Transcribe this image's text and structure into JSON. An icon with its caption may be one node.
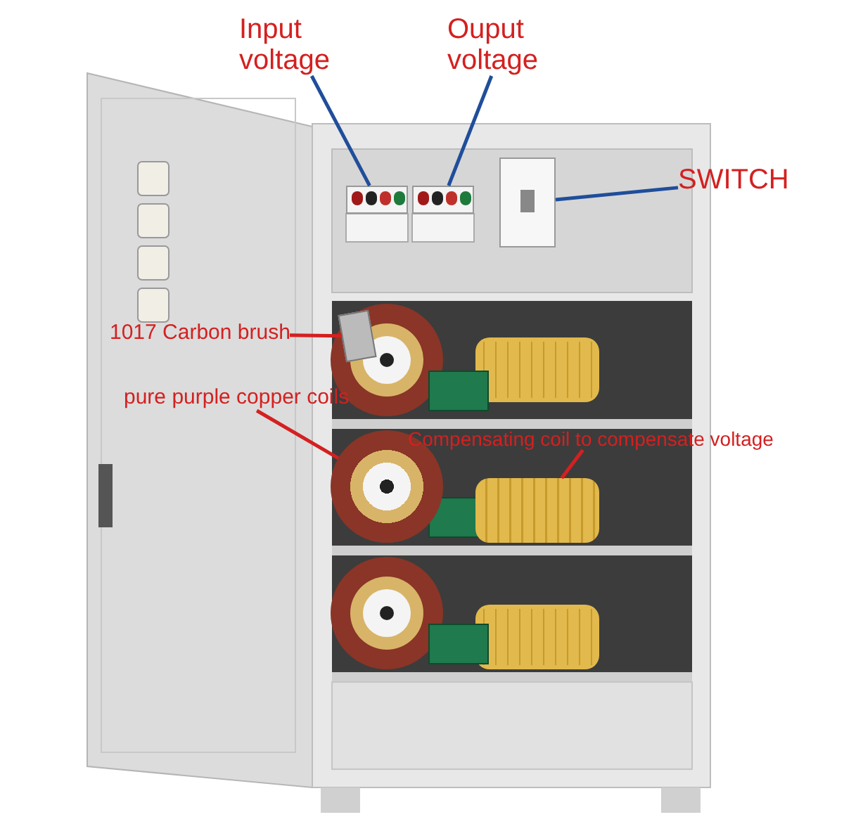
{
  "diagram": {
    "nodes": [
      {
        "text": [
          "Input voltage"
        ]
      },
      {
        "text": [
          "Ouput voltage"
        ]
      },
      {
        "text": [
          "SWITCH"
        ]
      },
      {
        "text": [
          "1017 Carbon brush"
        ]
      },
      {
        "text": [
          "pure purple copper coils"
        ]
      },
      {
        "text": [
          "Compensating coil to compensate voltage"
        ]
      },
      {
        "text": [],
        "shape": "box"
      },
      {
        "text": [],
        "shape": "box"
      },
      {
        "text": [],
        "shape": "box"
      },
      {
        "text": [],
        "shape": "box"
      },
      {
        "text": [],
        "shape": "circle"
      },
      {
        "text": [],
        "shape": "cylinder"
      }
    ],
    "edges": [
      {
        "from": 0,
        "to": 6,
        "arrow": "none",
        "color": "#1f4e9a"
      },
      {
        "from": 1,
        "to": 7,
        "arrow": "none",
        "color": "#1f4e9a"
      },
      {
        "from": 2,
        "to": 8,
        "arrow": "none",
        "color": "#1f4e9a"
      },
      {
        "from": 3,
        "to": 9,
        "arrow": "none",
        "color": "#d42020"
      },
      {
        "from": 4,
        "to": 10,
        "arrow": "none",
        "color": "#d42020"
      },
      {
        "from": 5,
        "to": 11,
        "arrow": "none",
        "color": "#d42020"
      }
    ]
  }
}
